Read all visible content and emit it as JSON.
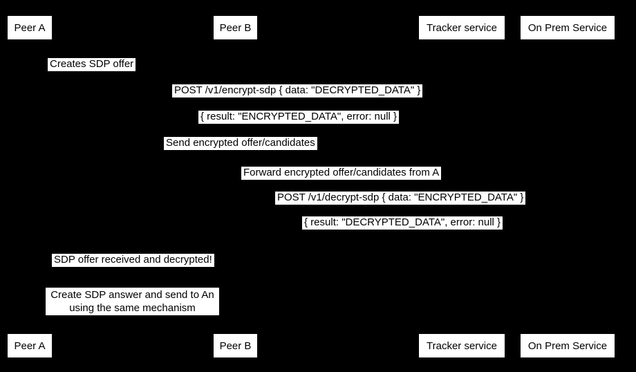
{
  "colors": {
    "background": "#000000",
    "label_background": "#ffffff",
    "text": "#000000"
  },
  "actors": [
    {
      "label": "Peer A"
    },
    {
      "label": "Peer B"
    },
    {
      "label": "Tracker service"
    },
    {
      "label": "On Prem Service"
    }
  ],
  "messages": [
    {
      "text": "Creates SDP offer"
    },
    {
      "text": "POST /v1/encrypt-sdp { data: \"DECRYPTED_DATA\" }"
    },
    {
      "text": "{ result: \"ENCRYPTED_DATA\", error: null }"
    },
    {
      "text": "Send encrypted offer/candidates"
    },
    {
      "text": "Forward encrypted offer/candidates from A"
    },
    {
      "text": "POST /v1/decrypt-sdp { data: \"ENCRYPTED_DATA\" }"
    },
    {
      "text": "{ result: \"DECRYPTED_DATA\", error: null }"
    },
    {
      "text": "SDP offer received and decrypted!"
    }
  ],
  "note": {
    "line1": "Create SDP answer and send to An",
    "line2": "using the same mechanism"
  }
}
